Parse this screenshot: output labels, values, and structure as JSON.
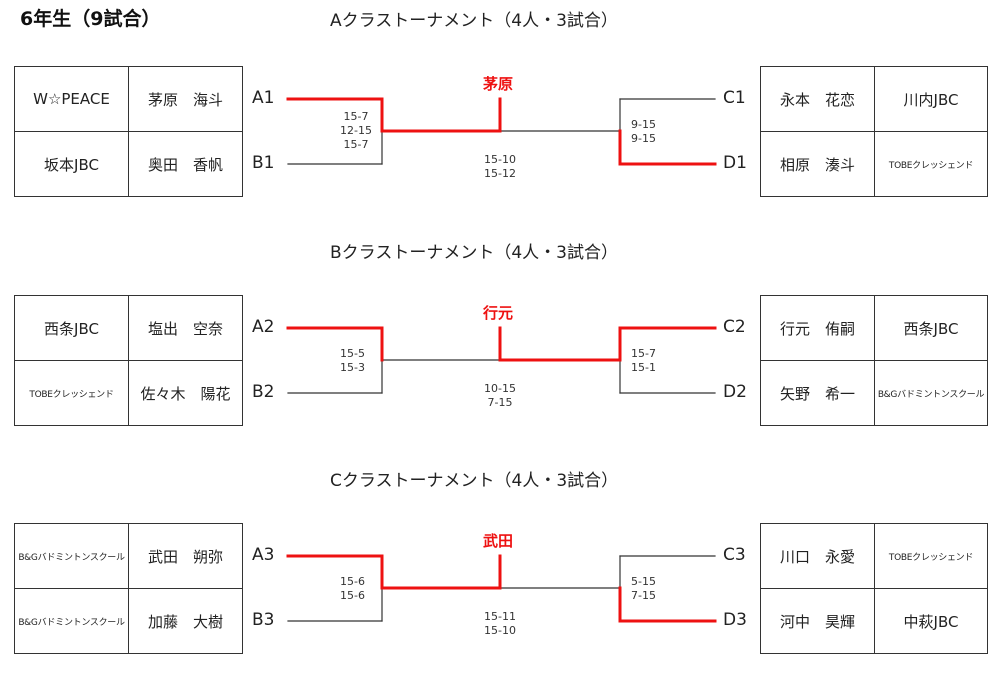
{
  "page_title": "6年生（9試合）",
  "colors": {
    "winner_line": "#ee1111",
    "loser_line": "#333333",
    "winner_text": "#ee1111"
  },
  "blocks": [
    {
      "title": "Aクラストーナメント（4人・3試合）",
      "left": [
        {
          "seed": "A1",
          "team": "W☆PEACE",
          "player": "茅原　海斗"
        },
        {
          "seed": "B1",
          "team": "坂本JBC",
          "player": "奥田　香帆"
        }
      ],
      "right": [
        {
          "seed": "C1",
          "team": "川内JBC",
          "player": "永本　花恋"
        },
        {
          "seed": "D1",
          "team": "TOBEクレッシェンド",
          "player": "相原　湊斗"
        }
      ],
      "left_match_scores": [
        "15-7",
        "12-15",
        "15-7"
      ],
      "right_match_scores": [
        "9-15",
        "9-15"
      ],
      "final_scores": [
        "15-10",
        "15-12"
      ],
      "left_winner": "top",
      "right_winner": "bottom",
      "final_winner": "left",
      "champion": "茅原"
    },
    {
      "title": "Bクラストーナメント（4人・3試合）",
      "left": [
        {
          "seed": "A2",
          "team": "西条JBC",
          "player": "塩出　空奈"
        },
        {
          "seed": "B2",
          "team": "TOBEクレッシェンド",
          "player": "佐々木　陽花"
        }
      ],
      "right": [
        {
          "seed": "C2",
          "team": "西条JBC",
          "player": "行元　侑嗣"
        },
        {
          "seed": "D2",
          "team": "B&Gバドミントンスクール",
          "player": "矢野　希一"
        }
      ],
      "left_match_scores": [
        "15-5",
        "15-3"
      ],
      "right_match_scores": [
        "15-7",
        "15-1"
      ],
      "final_scores": [
        "10-15",
        "7-15"
      ],
      "left_winner": "top",
      "right_winner": "top",
      "final_winner": "right",
      "champion": "行元"
    },
    {
      "title": "Cクラストーナメント（4人・3試合）",
      "left": [
        {
          "seed": "A3",
          "team": "B&Gバドミントンスクール",
          "player": "武田　朔弥"
        },
        {
          "seed": "B3",
          "team": "B&Gバドミントンスクール",
          "player": "加藤　大樹"
        }
      ],
      "right": [
        {
          "seed": "C3",
          "team": "TOBEクレッシェンド",
          "player": "川口　永愛"
        },
        {
          "seed": "D3",
          "team": "中萩JBC",
          "player": "河中　昊輝"
        }
      ],
      "left_match_scores": [
        "15-6",
        "15-6"
      ],
      "right_match_scores": [
        "5-15",
        "7-15"
      ],
      "final_scores": [
        "15-11",
        "15-10"
      ],
      "left_winner": "top",
      "right_winner": "bottom",
      "final_winner": "left",
      "champion": "武田"
    }
  ]
}
